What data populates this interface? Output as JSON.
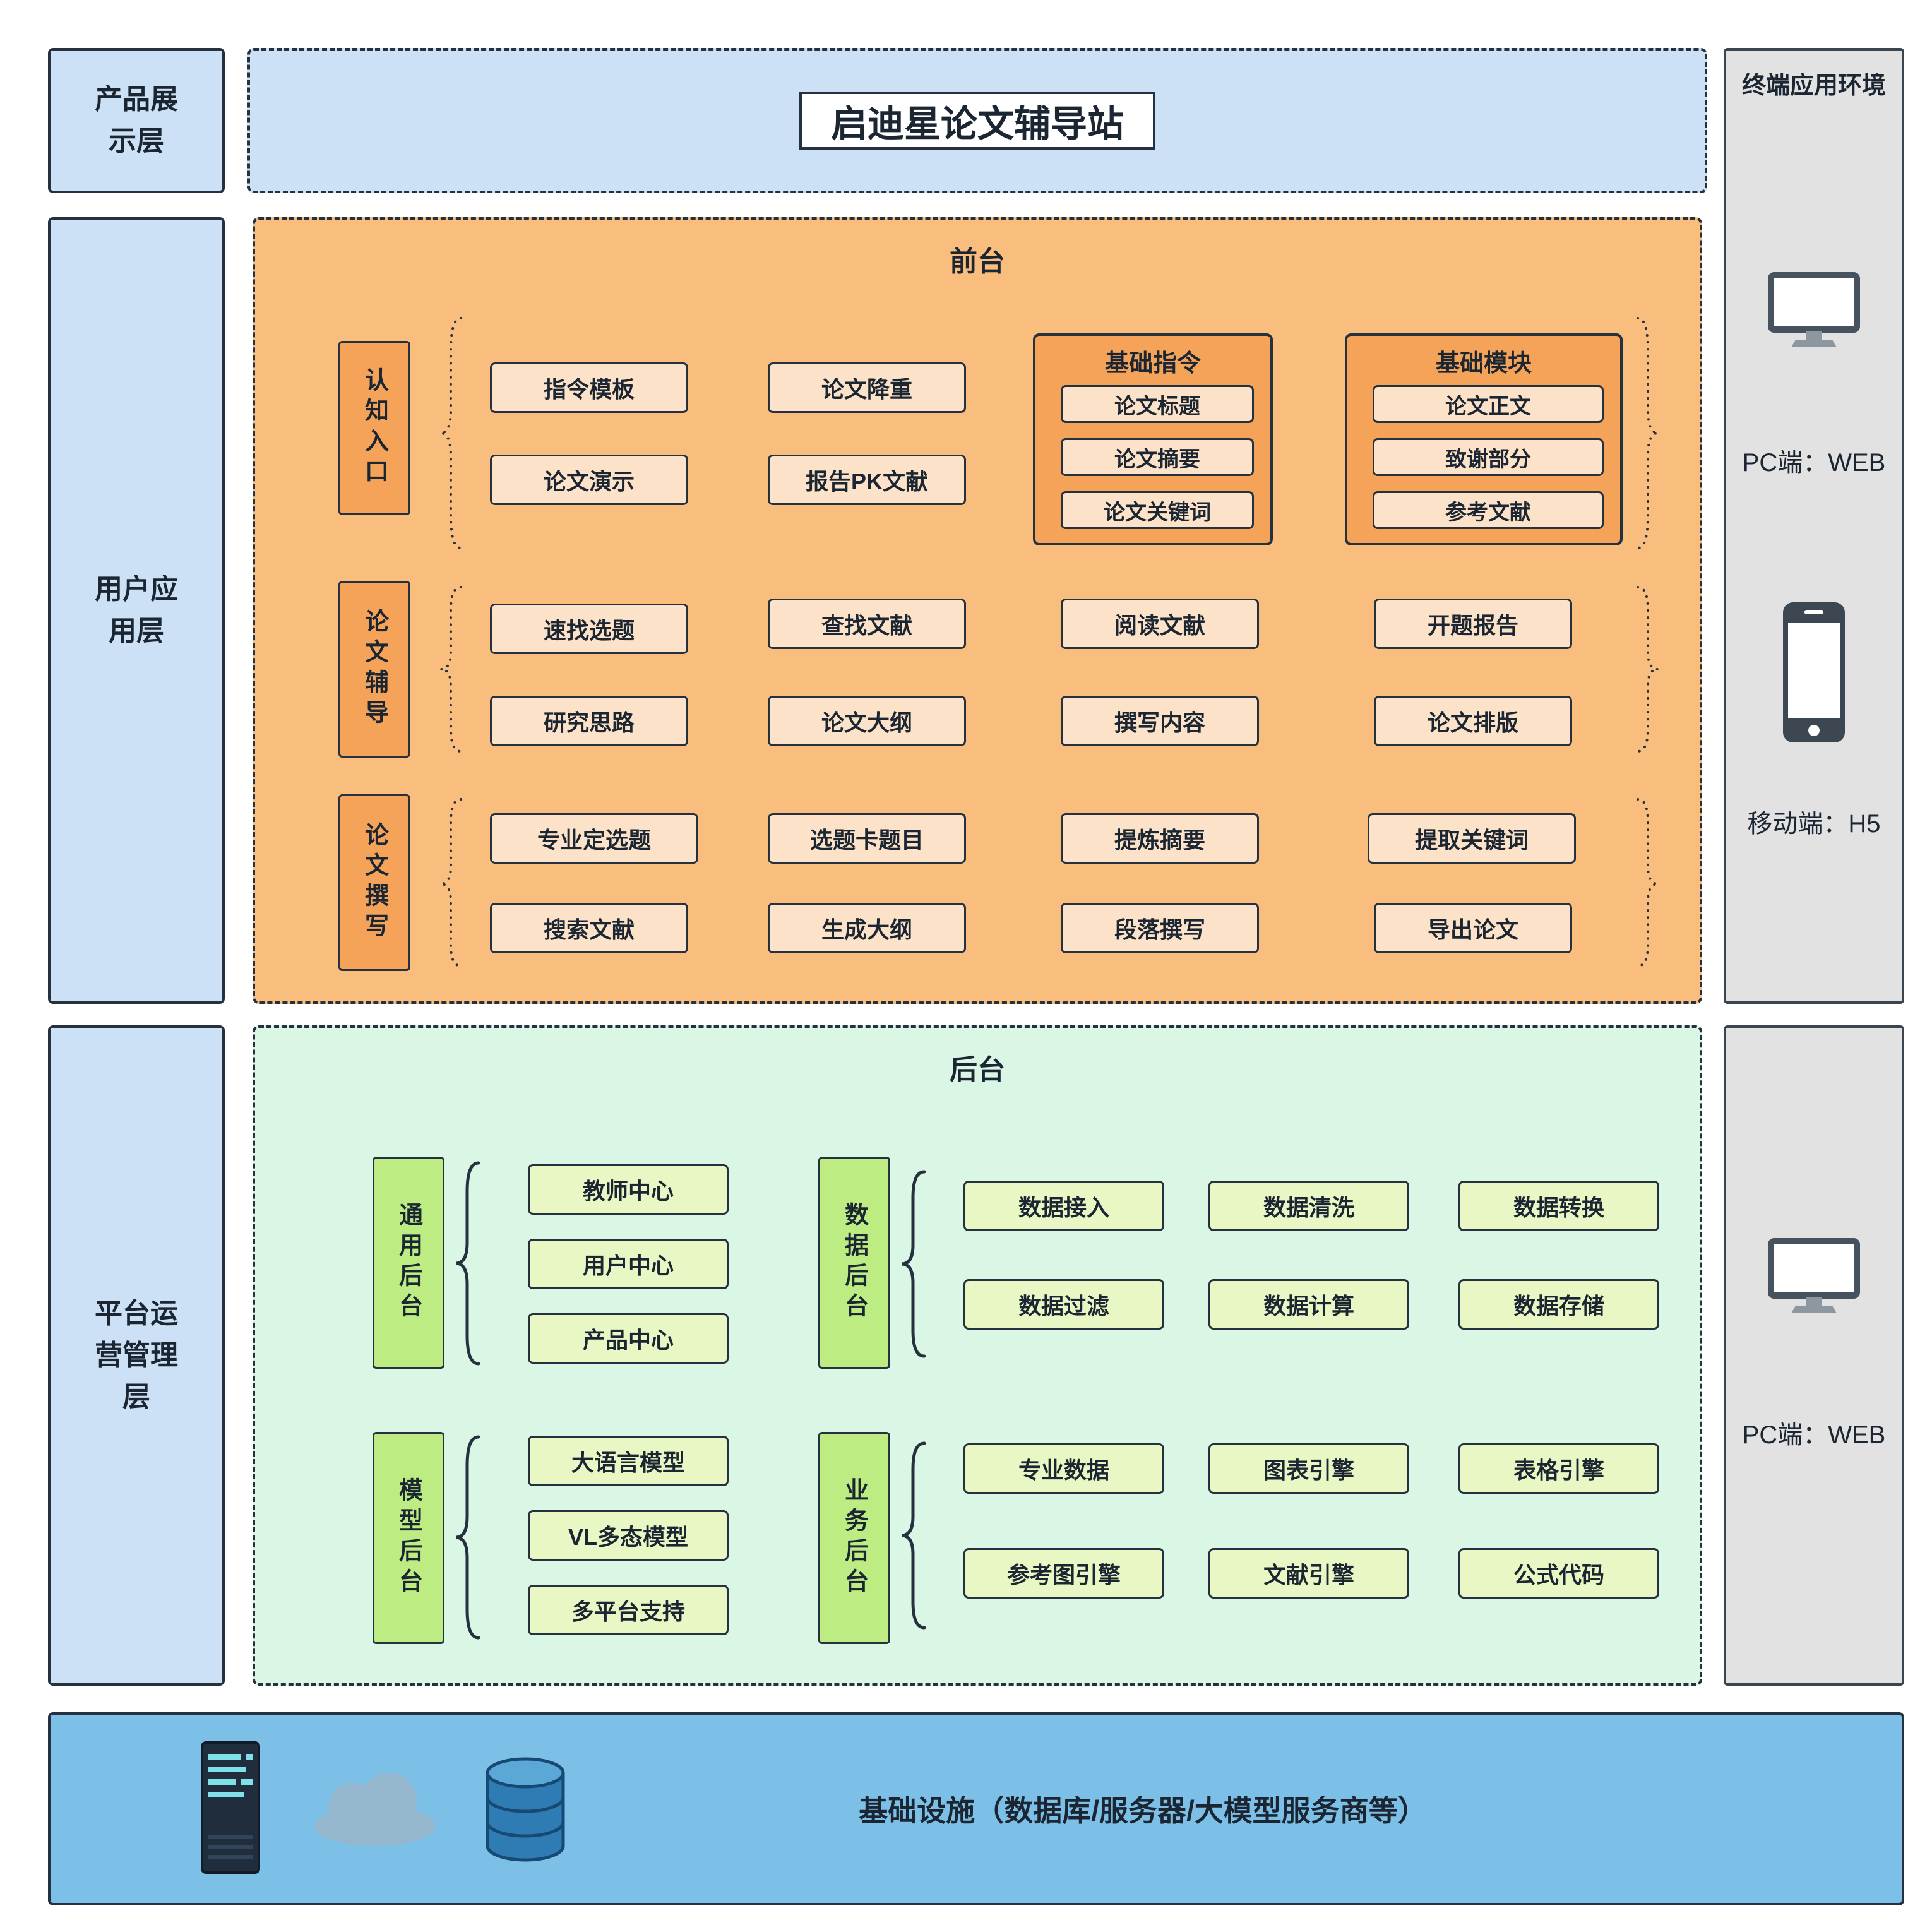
{
  "layers": {
    "product_display": "产品展示层",
    "user_application": "用户应用层",
    "platform_operation": "平台运营管理层"
  },
  "header": {
    "title": "启迪星论文辅导站"
  },
  "frontend": {
    "section_label": "前台",
    "row1": {
      "group_label": "认知入口",
      "items": [
        "指令模板",
        "论文演示",
        "论文降重",
        "报告PK文献"
      ],
      "subgroup1": {
        "label": "基础指令",
        "items": [
          "论文标题",
          "论文摘要",
          "论文关键词"
        ]
      },
      "subgroup2": {
        "label": "基础模块",
        "items": [
          "论文正文",
          "致谢部分",
          "参考文献"
        ]
      }
    },
    "row2": {
      "group_label": "论文辅导",
      "items": [
        "速找选题",
        "研究思路",
        "查找文献",
        "论文大纲",
        "阅读文献",
        "撰写内容",
        "开题报告",
        "论文排版"
      ]
    },
    "row3": {
      "group_label": "论文撰写",
      "items": [
        "专业定选题",
        "搜索文献",
        "选题卡题目",
        "生成大纲",
        "提炼摘要",
        "段落撰写",
        "提取关键词",
        "导出论文"
      ]
    }
  },
  "backend": {
    "section_label": "后台",
    "general": {
      "label": "通用后台",
      "items": [
        "教师中心",
        "用户中心",
        "产品中心"
      ]
    },
    "data": {
      "label": "数据后台",
      "items": [
        "数据接入",
        "数据清洗",
        "数据转换",
        "数据过滤",
        "数据计算",
        "数据存储"
      ]
    },
    "model": {
      "label": "模型后台",
      "items": [
        "大语言模型",
        "VL多态模型",
        "多平台支持"
      ]
    },
    "business": {
      "label": "业务后台",
      "items": [
        "专业数据",
        "图表引擎",
        "表格引擎",
        "参考图引擎",
        "文献引擎",
        "公式代码"
      ]
    }
  },
  "terminal_env": {
    "title": "终端应用环境",
    "pc_label": "PC端：WEB",
    "mobile_label": "移动端：H5",
    "pc_label_2": "PC端：WEB"
  },
  "infrastructure": {
    "label": "基础设施（数据库/服务器/大模型服务商等）"
  },
  "colors": {
    "layer_fill": "#cde1f6",
    "frontend_fill": "#f9bd7d",
    "frontend_item_fill": "#fbe2c8",
    "frontend_label_fill": "#f6a35a",
    "backend_fill": "#daf7e6",
    "backend_item_fill": "#e9f7c4",
    "backend_label_fill": "#bdec83",
    "terminal_fill": "#e2e2e2",
    "infrastructure_fill": "#7cc0e8",
    "border": "#26313f"
  }
}
